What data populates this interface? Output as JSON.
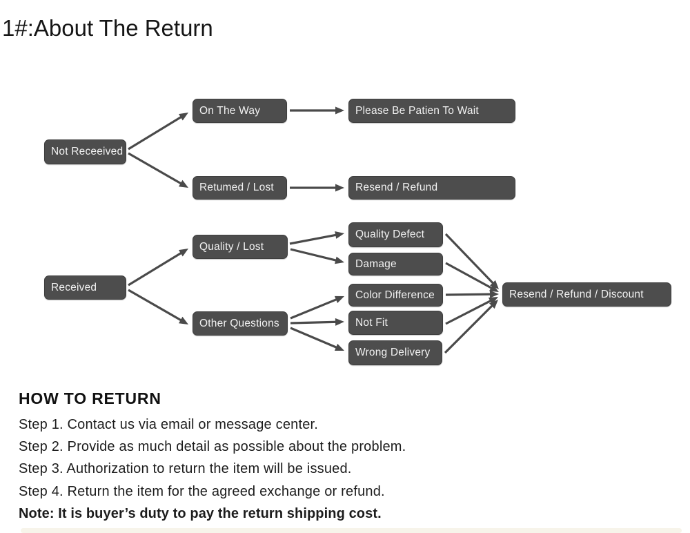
{
  "page_title": "1#:About The Return",
  "flowchart": {
    "nodes": {
      "not_received": "Not Receeived",
      "on_the_way": "On The Way",
      "please_wait": "Please Be Patien To Wait",
      "returned_lost": "Retumed / Lost",
      "resend_refund": "Resend / Refund",
      "received": "Received",
      "quality_lost": "Quality / Lost",
      "other_questions": "Other Questions",
      "quality_defect": "Quality Defect",
      "damage": "Damage",
      "color_difference": "Color Difference",
      "not_fit": "Not Fit",
      "wrong_delivery": "Wrong Delivery",
      "resend_refund_discount": "Resend / Refund / Discount"
    },
    "colors": {
      "box_fill": "#4d4d4d",
      "box_border": "#3e3e3e",
      "box_text": "#f2f2f2",
      "arrow": "#4a4a4a"
    }
  },
  "how_to_return": {
    "heading": "HOW TO RETURN",
    "steps": [
      "Step 1. Contact us via email or message center.",
      "Step 2. Provide as much detail as possible about the problem.",
      "Step 3. Authorization to return the item will be issued.",
      "Step 4. Return the item for the agreed exchange or refund."
    ],
    "note": "Note: It is buyer’s duty to pay the return shipping cost."
  }
}
